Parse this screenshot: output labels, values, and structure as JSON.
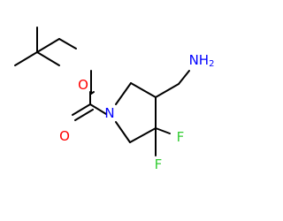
{
  "molecule": {
    "atoms": {
      "oxygen_ester": {
        "element": "O",
        "label": "O",
        "color": "#ff0000"
      },
      "oxygen_carbonyl": {
        "element": "O",
        "label": "O",
        "color": "#ff0000"
      },
      "nitrogen_ring": {
        "element": "N",
        "label": "N",
        "color": "#0000ff"
      },
      "amine": {
        "element": "N",
        "label": "NH",
        "subscript": "2",
        "color": "#0000ff"
      },
      "fluorine_upper": {
        "element": "F",
        "label": "F",
        "color": "#33cc33"
      },
      "fluorine_lower": {
        "element": "F",
        "label": "F",
        "color": "#33cc33"
      }
    }
  }
}
